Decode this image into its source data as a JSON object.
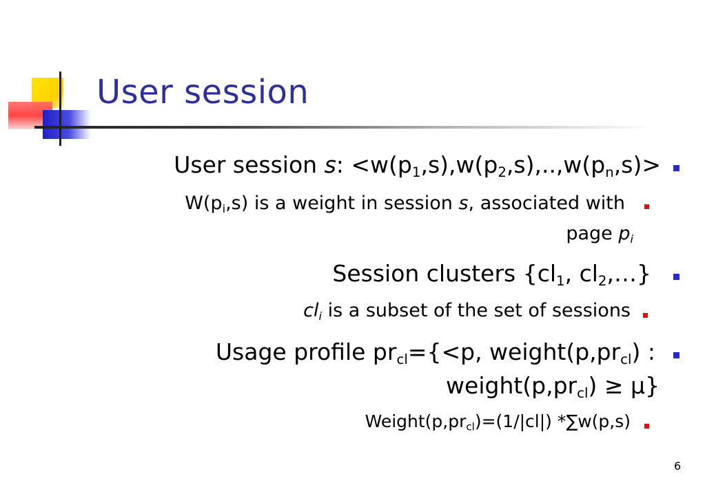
{
  "slide": {
    "title": "User session",
    "page_number": "6",
    "colors": {
      "title": "#2f2f9a",
      "bullet_level1": "#2a2acc",
      "bullet_level2": "#e01010"
    }
  },
  "bullets": [
    {
      "level": 1,
      "parts": [
        "User session ",
        "s",
        ": <w(p",
        "1",
        ",s),w(p",
        "2",
        ",s),..,w(p",
        "n",
        ",s)>"
      ]
    },
    {
      "level": 2,
      "line1": [
        "W(p",
        "i",
        ",s) is a weight in session ",
        "s",
        ", associated with"
      ],
      "line2": [
        "page ",
        "p",
        "i"
      ]
    },
    {
      "level": 1,
      "parts": [
        "Session clusters {cl",
        "1",
        ", cl",
        "2",
        ",…}"
      ]
    },
    {
      "level": 2,
      "parts": [
        "cl",
        "i",
        " is a subset of the set of sessions"
      ]
    },
    {
      "level": 1,
      "line1": [
        "Usage profile pr",
        "cl",
        "={<p, weight(p,pr",
        "cl",
        ") :"
      ],
      "line2": [
        "weight(p,pr",
        "cl",
        ") ≥ μ}"
      ]
    },
    {
      "level": 2,
      "parts": [
        "Weight(p,pr",
        "cl",
        ")=(1/|cl|) *∑w(p,s)"
      ]
    }
  ]
}
